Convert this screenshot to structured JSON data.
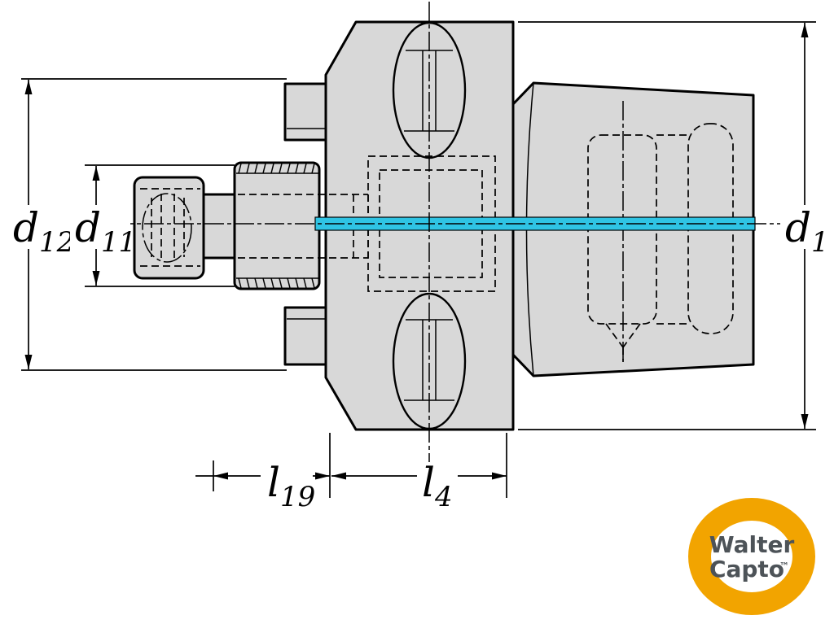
{
  "drawing": {
    "dims": {
      "d12": {
        "base": "d",
        "sub": "12"
      },
      "d11": {
        "base": "d",
        "sub": "11"
      },
      "d1": {
        "base": "d",
        "sub": "1"
      },
      "l19": {
        "base": "l",
        "sub": "19"
      },
      "l4": {
        "base": "l",
        "sub": "4"
      }
    },
    "colors": {
      "body_fill": "#d8d8d8",
      "outline": "#000000",
      "highlight": "#2fc4e4"
    }
  },
  "logo": {
    "line1": "Walter",
    "line2": "Capto",
    "trademark": "™",
    "ring_color": "#f2a400",
    "text_color": "#4d5358"
  }
}
